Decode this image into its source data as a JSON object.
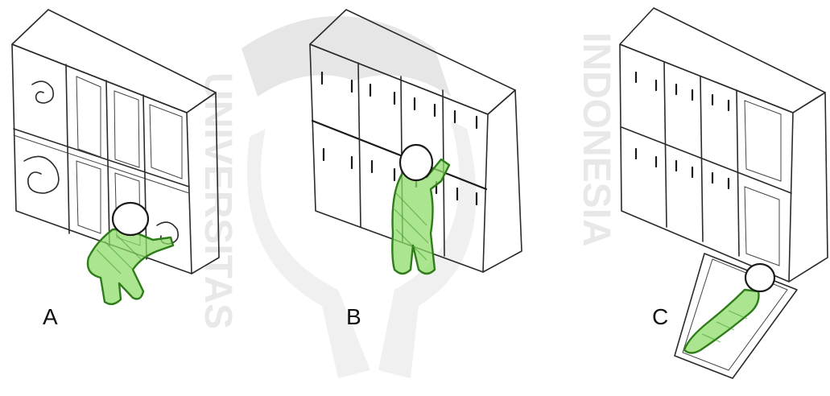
{
  "panels": [
    {
      "id": "A",
      "label": "A"
    },
    {
      "id": "B",
      "label": "B"
    },
    {
      "id": "C",
      "label": "C"
    }
  ],
  "watermark": {
    "text_left": "UNIVERSITAS",
    "text_right": "INDONESIA",
    "color": "#e6e6e6"
  },
  "colors": {
    "figure_fill": "#8fdc6a",
    "figure_stroke": "#2e7d1a",
    "ink": "#2a2a2a"
  }
}
